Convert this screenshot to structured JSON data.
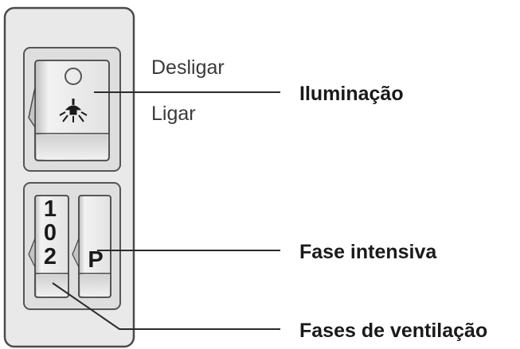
{
  "labels": {
    "off": "Desligar",
    "on": "Ligar",
    "lighting": "Iluminação",
    "intensive": "Fase intensiva",
    "fan_stages": "Fases de ventilação"
  },
  "keys": {
    "fan_digits": [
      "1",
      "0",
      "2"
    ],
    "intensive_letter": "P"
  },
  "icons": {
    "off_symbol": "circle-icon",
    "light_symbol": "lamp-icon"
  },
  "colors": {
    "panel": "#e6e6e6",
    "outline": "#4a4a4a",
    "line": "#2a2a2a"
  }
}
